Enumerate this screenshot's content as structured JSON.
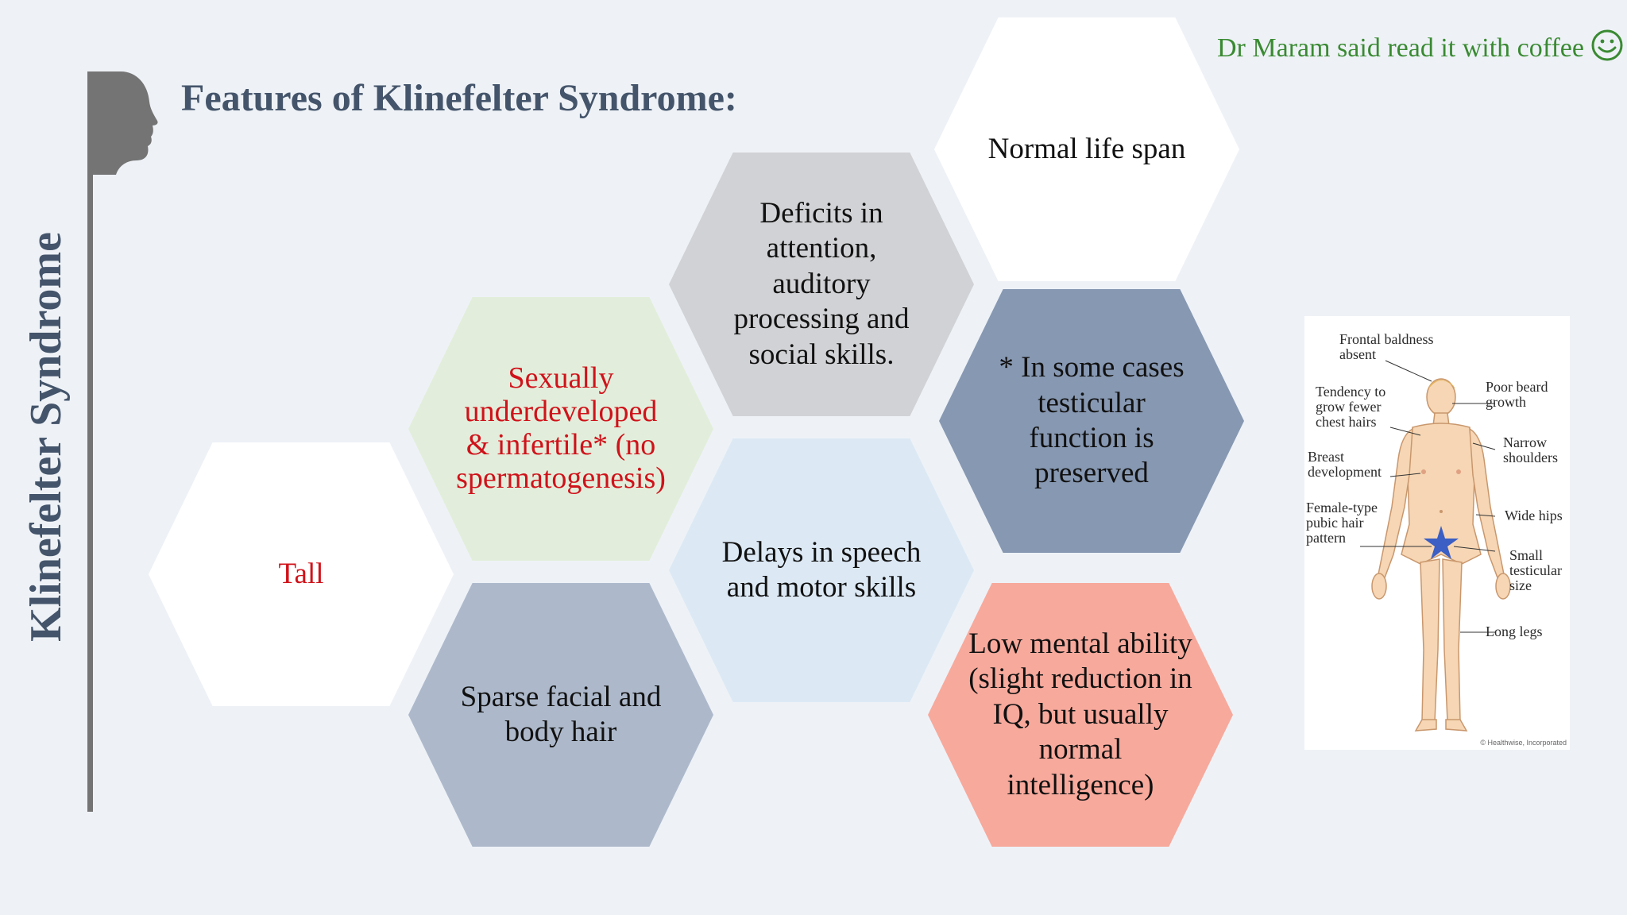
{
  "side_title": "Klinefelter Syndrome",
  "main_title": "Features of Klinefelter Syndrome:",
  "note": "Dr Maram said read it with coffee",
  "hexagons": {
    "normal_life": "Normal life span",
    "deficits": "Deficits in attention, auditory processing and social skills.",
    "sexual": "Sexually underdeveloped & infertile* (no spermatogenesis)",
    "testicular": "* In some cases testicular function is preserved",
    "tall": "Tall",
    "speech": "Delays in speech and motor skills",
    "sparse": "Sparse facial and body hair",
    "low_mental": "Low mental ability (slight reduction in IQ, but usually normal intelligence)"
  },
  "figure": {
    "labels": {
      "frontal_baldness": "Frontal baldness\nabsent",
      "chest_hairs": "Tendency to\ngrow fewer\nchest hairs",
      "breast": "Breast\ndevelopment",
      "pubic_hair": "Female-type\npubic hair\npattern",
      "poor_beard": "Poor beard\ngrowth",
      "narrow_shoulders": "Narrow\nshoulders",
      "wide_hips": "Wide hips",
      "small_testicular": "Small\ntesticular\nsize",
      "long_legs": "Long legs"
    },
    "copyright": "© Healthwise, Incorporated"
  },
  "colors": {
    "title": "#44546a",
    "note": "#3a8a32",
    "red_text": "#d0121a",
    "star": "#3b5fc4"
  }
}
